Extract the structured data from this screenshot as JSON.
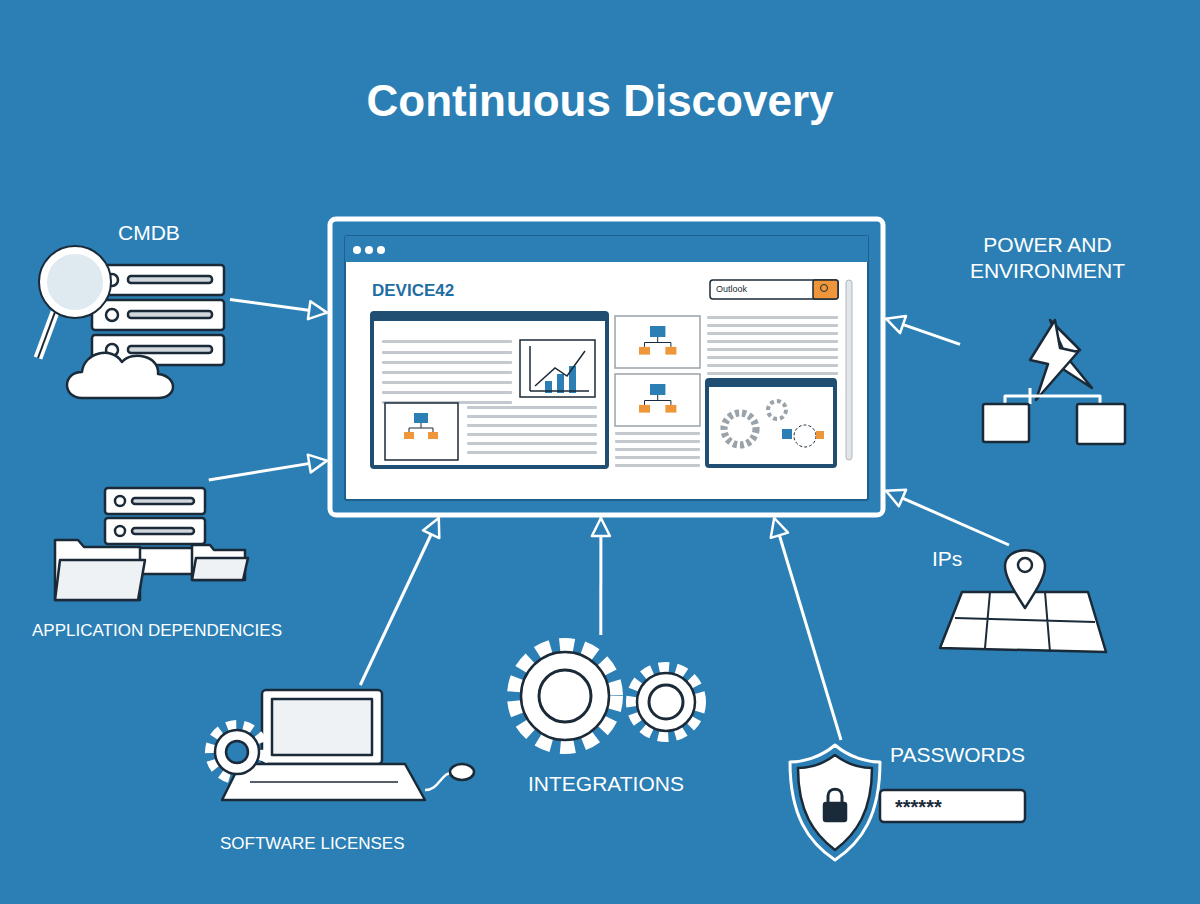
{
  "diagram": {
    "title": "Continuous Discovery",
    "nodes": [
      {
        "text": [
          "DEVICE42"
        ]
      },
      {
        "text": [
          "CMDB"
        ]
      },
      {
        "text": [
          "APPLICATION DEPENDENCIES"
        ]
      },
      {
        "text": [
          "SOFTWARE LICENSES"
        ]
      },
      {
        "text": [
          "INTEGRATIONS"
        ]
      },
      {
        "text": [
          "PASSWORDS"
        ]
      },
      {
        "text": [
          "IPs"
        ]
      },
      {
        "text": [
          "POWER AND ENVIRONMENT"
        ]
      }
    ],
    "edges": [
      {
        "from": 1,
        "to": 0,
        "arrow": "to"
      },
      {
        "from": 2,
        "to": 0,
        "arrow": "to"
      },
      {
        "from": 3,
        "to": 0,
        "arrow": "to"
      },
      {
        "from": 4,
        "to": 0,
        "arrow": "to"
      },
      {
        "from": 5,
        "to": 0,
        "arrow": "to"
      },
      {
        "from": 6,
        "to": 0,
        "arrow": "to"
      },
      {
        "from": 7,
        "to": 0,
        "arrow": "to"
      }
    ],
    "labels": [
      "Outlook",
      "******"
    ]
  }
}
